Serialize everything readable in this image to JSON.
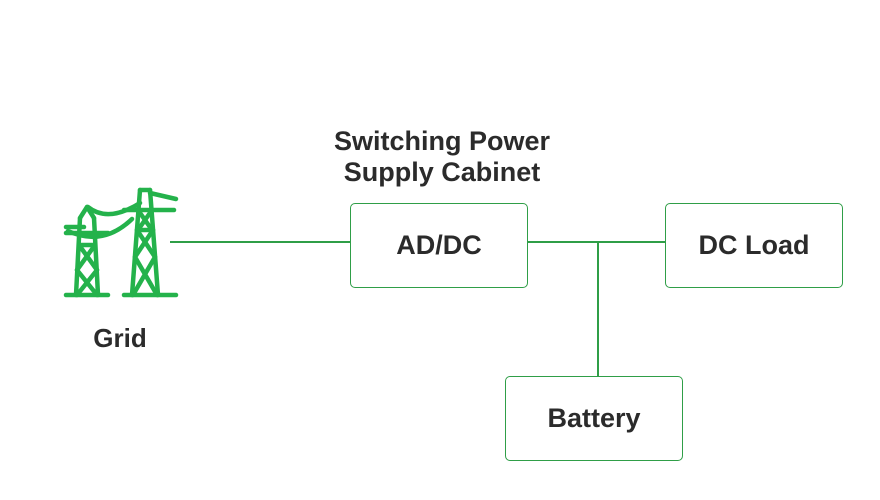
{
  "diagram": {
    "cabinet_title_line1": "Switching Power",
    "cabinet_title_line2": "Supply Cabinet",
    "grid_label": "Grid",
    "adc_label": "AD/DC",
    "dc_load_label": "DC Load",
    "battery_label": "Battery",
    "grid_icon": "transmission-tower-icon",
    "colors": {
      "accent": "#2f9e47",
      "text": "#2b2b2b",
      "background": "#ffffff"
    }
  }
}
